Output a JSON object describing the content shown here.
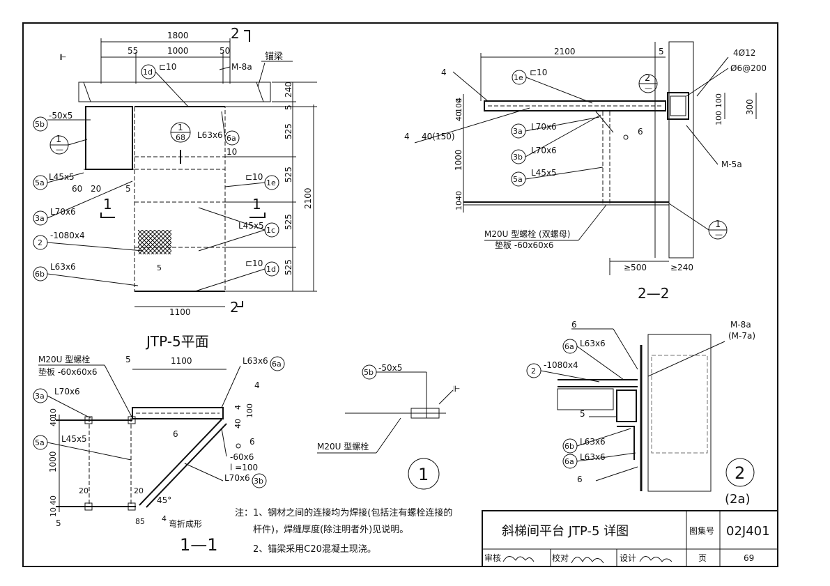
{
  "plan": {
    "title": "JTP-5平面",
    "dims": {
      "d1800": "1800",
      "d55": "55",
      "d1000": "1000",
      "d50": "50",
      "d240": "240",
      "d5": "5",
      "d525": "525",
      "d2100": "2100",
      "d1100": "1100",
      "d10": "10",
      "d60": "60",
      "d20": "20",
      "d5b": "5"
    },
    "labels": {
      "m8a": "M-8a",
      "maoliang": "锚梁",
      "c10_1d": "⊏10",
      "c10_1e": "⊏10",
      "c10_1d2": "⊏10",
      "l63x6": "L63x6",
      "l63x6_6b": "L63x6",
      "plate50x5": "-50x5",
      "l45x5": "L45x5",
      "l45x5_1c": "L45x5",
      "l70x6": "L70x6",
      "plate1080": "-1080x4",
      "weld5": "5",
      "detail_top": "1",
      "detail_bot": "68",
      "circle1_top": "1",
      "circle1_bot": "—",
      "sec1": "1",
      "sec1b": "1",
      "sec2": "2",
      "sec2b": "2"
    },
    "tags": {
      "t1d": "1d",
      "t1e": "1e",
      "t1c": "1c",
      "t1d2": "1d",
      "t5b": "5b",
      "t5a": "5a",
      "t3a": "3a",
      "t2": "2",
      "t6b": "6b",
      "t6a": "6a"
    }
  },
  "section22": {
    "title": "2—2",
    "dims": {
      "d2100": "2100",
      "d5": "5",
      "d4": "4",
      "d100": "100",
      "d40": "40",
      "d1000": "1000",
      "d10": "10",
      "d40b": "40",
      "d100b": "100",
      "d100c": "100",
      "d300": "300",
      "d500": "≥500",
      "d240": "≥240"
    },
    "labels": {
      "rebar": "4Ø12",
      "stirrup": "Ø6@200",
      "c10": "⊏10",
      "weld4": "4",
      "weld40": "40(150)",
      "weld4b": "4",
      "l70x6": "L70x6",
      "l70x6b": "L70x6",
      "l45x5": "L45x5",
      "weld6": "6",
      "m5a": "M-5a",
      "bolt": "M20U 型螺栓 (双螺母)",
      "pad": "垫板 -60x60x6",
      "circle2": "2",
      "circle2b": "—",
      "circle1": "1",
      "circle1b": "—"
    },
    "tags": {
      "t1e": "1e",
      "t3a": "3a",
      "t3b": "3b",
      "t5a": "5a"
    }
  },
  "section11": {
    "title": "1—1",
    "dims": {
      "d5": "5",
      "d1100": "1100",
      "d40": "40",
      "d10": "10",
      "d4": "4",
      "d100": "100",
      "d40b": "40",
      "d1000": "1000",
      "d20": "20",
      "d20b": "20",
      "d10b": "10",
      "d40c": "40",
      "d85": "85",
      "d45": "45°",
      "d4b": "4"
    },
    "labels": {
      "bolt": "M20U 型螺栓",
      "pad": "垫板 -60x60x6",
      "l70x6": "L70x6",
      "l45x5": "L45x5",
      "l63x6": "L63x6",
      "weld4": "4",
      "weld6": "6",
      "weld6b": "6",
      "plate": "-60x6",
      "lval": "l =100",
      "l70x6b": "L70x6",
      "bend": "弯折成形",
      "weld5": "5"
    },
    "tags": {
      "t3a": "3a",
      "t5a": "5a",
      "t6a": "6a",
      "t3b": "3b"
    }
  },
  "detail1": {
    "label": "-50x5",
    "tag": "5b",
    "bolt": "M20U 型螺栓",
    "num": "1"
  },
  "detail2": {
    "labels": {
      "weld6": "6",
      "l63x6": "L63x6",
      "plate": "-1080x4",
      "weld5": "5",
      "l63x6b": "L63x6",
      "l63x6c": "L63x6",
      "weld6b": "6",
      "m8a": "M-8a",
      "m7a": "(M-7a)"
    },
    "tags": {
      "t6a": "6a",
      "t2": "2",
      "t6b": "6b",
      "t6a2": "6a"
    },
    "num": "2",
    "num2": "(2a)"
  },
  "notes": {
    "line1": "注：1、钢材之间的连接均为焊接(包括注有螺栓连接的",
    "line2": "杆件)，焊缝厚度(除注明者外)见说明。",
    "line3": "2、锚梁采用C20混凝土现浇。"
  },
  "titleblock": {
    "title": "斜梯间平台  JTP-5  详图",
    "atlas_label": "图集号",
    "atlas_no": "02J401",
    "review": "审核",
    "check": "校对",
    "design": "设计",
    "page_label": "页",
    "page_no": "69"
  }
}
